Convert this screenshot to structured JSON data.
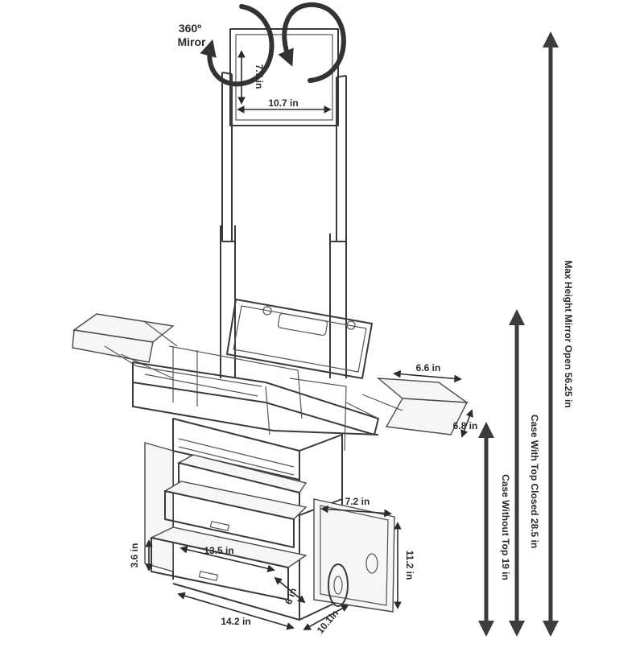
{
  "mirror_label": [
    "360º",
    "Miror"
  ],
  "dimensions": {
    "mirror_height": "7.7 in",
    "mirror_width": "10.7 in",
    "tray_width": "6.6 in",
    "tray_depth": "6.8 in",
    "door_width": "7.2 in",
    "door_height": "11.2 in",
    "drawer_width": "13.5 in",
    "drawer_height": "3.6 in",
    "drawer_depth": "6 in",
    "base_width": "14.2 in",
    "base_depth": "10.1in"
  },
  "height_callouts": {
    "max_height": "Max Height Mirror Open 56.25 in",
    "top_closed": "Case With Top Closed 28.5 in",
    "without_top": "Case Without Top 19 in"
  }
}
